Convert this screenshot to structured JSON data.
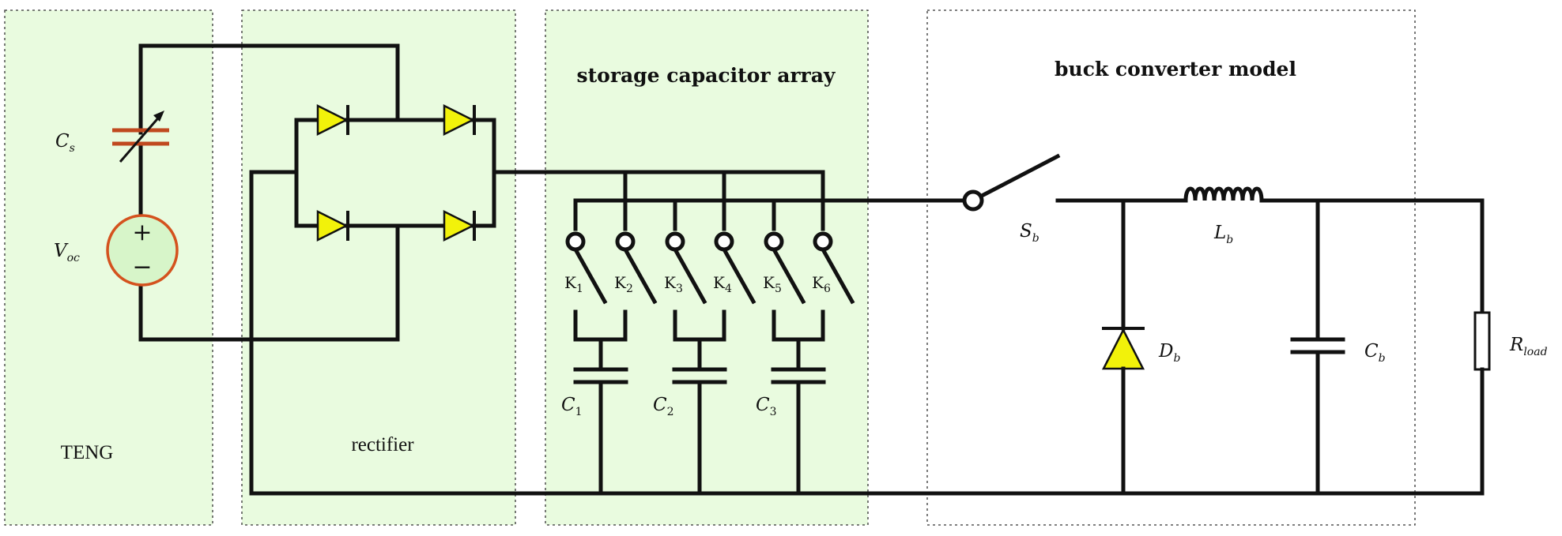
{
  "panels": {
    "teng": "TENG",
    "rectifier": "rectifier",
    "storage": "storage capacitor array",
    "buck": "buck converter model"
  },
  "components": {
    "cs": {
      "main": "C",
      "sub": "s"
    },
    "voc": {
      "main": "V",
      "sub": "oc"
    },
    "sb": {
      "main": "S",
      "sub": "b"
    },
    "lb": {
      "main": "L",
      "sub": "b"
    },
    "db": {
      "main": "D",
      "sub": "b"
    },
    "cb": {
      "main": "C",
      "sub": "b"
    },
    "rload": {
      "main": "R",
      "sub": "load"
    },
    "plus": "+",
    "minus": "−"
  },
  "switches": [
    {
      "main": "K",
      "sub": "1"
    },
    {
      "main": "K",
      "sub": "2"
    },
    {
      "main": "K",
      "sub": "3"
    },
    {
      "main": "K",
      "sub": "4"
    },
    {
      "main": "K",
      "sub": "5"
    },
    {
      "main": "K",
      "sub": "6"
    }
  ],
  "capacitors": [
    {
      "main": "C",
      "sub": "1"
    },
    {
      "main": "C",
      "sub": "2"
    },
    {
      "main": "C",
      "sub": "3"
    }
  ],
  "colors": {
    "panel_fill": "#e9fbdf",
    "diode_fill": "#f2f20a",
    "source_ring": "#d4521e",
    "teng_capacitor": "#c0491f",
    "wire": "#111111"
  }
}
